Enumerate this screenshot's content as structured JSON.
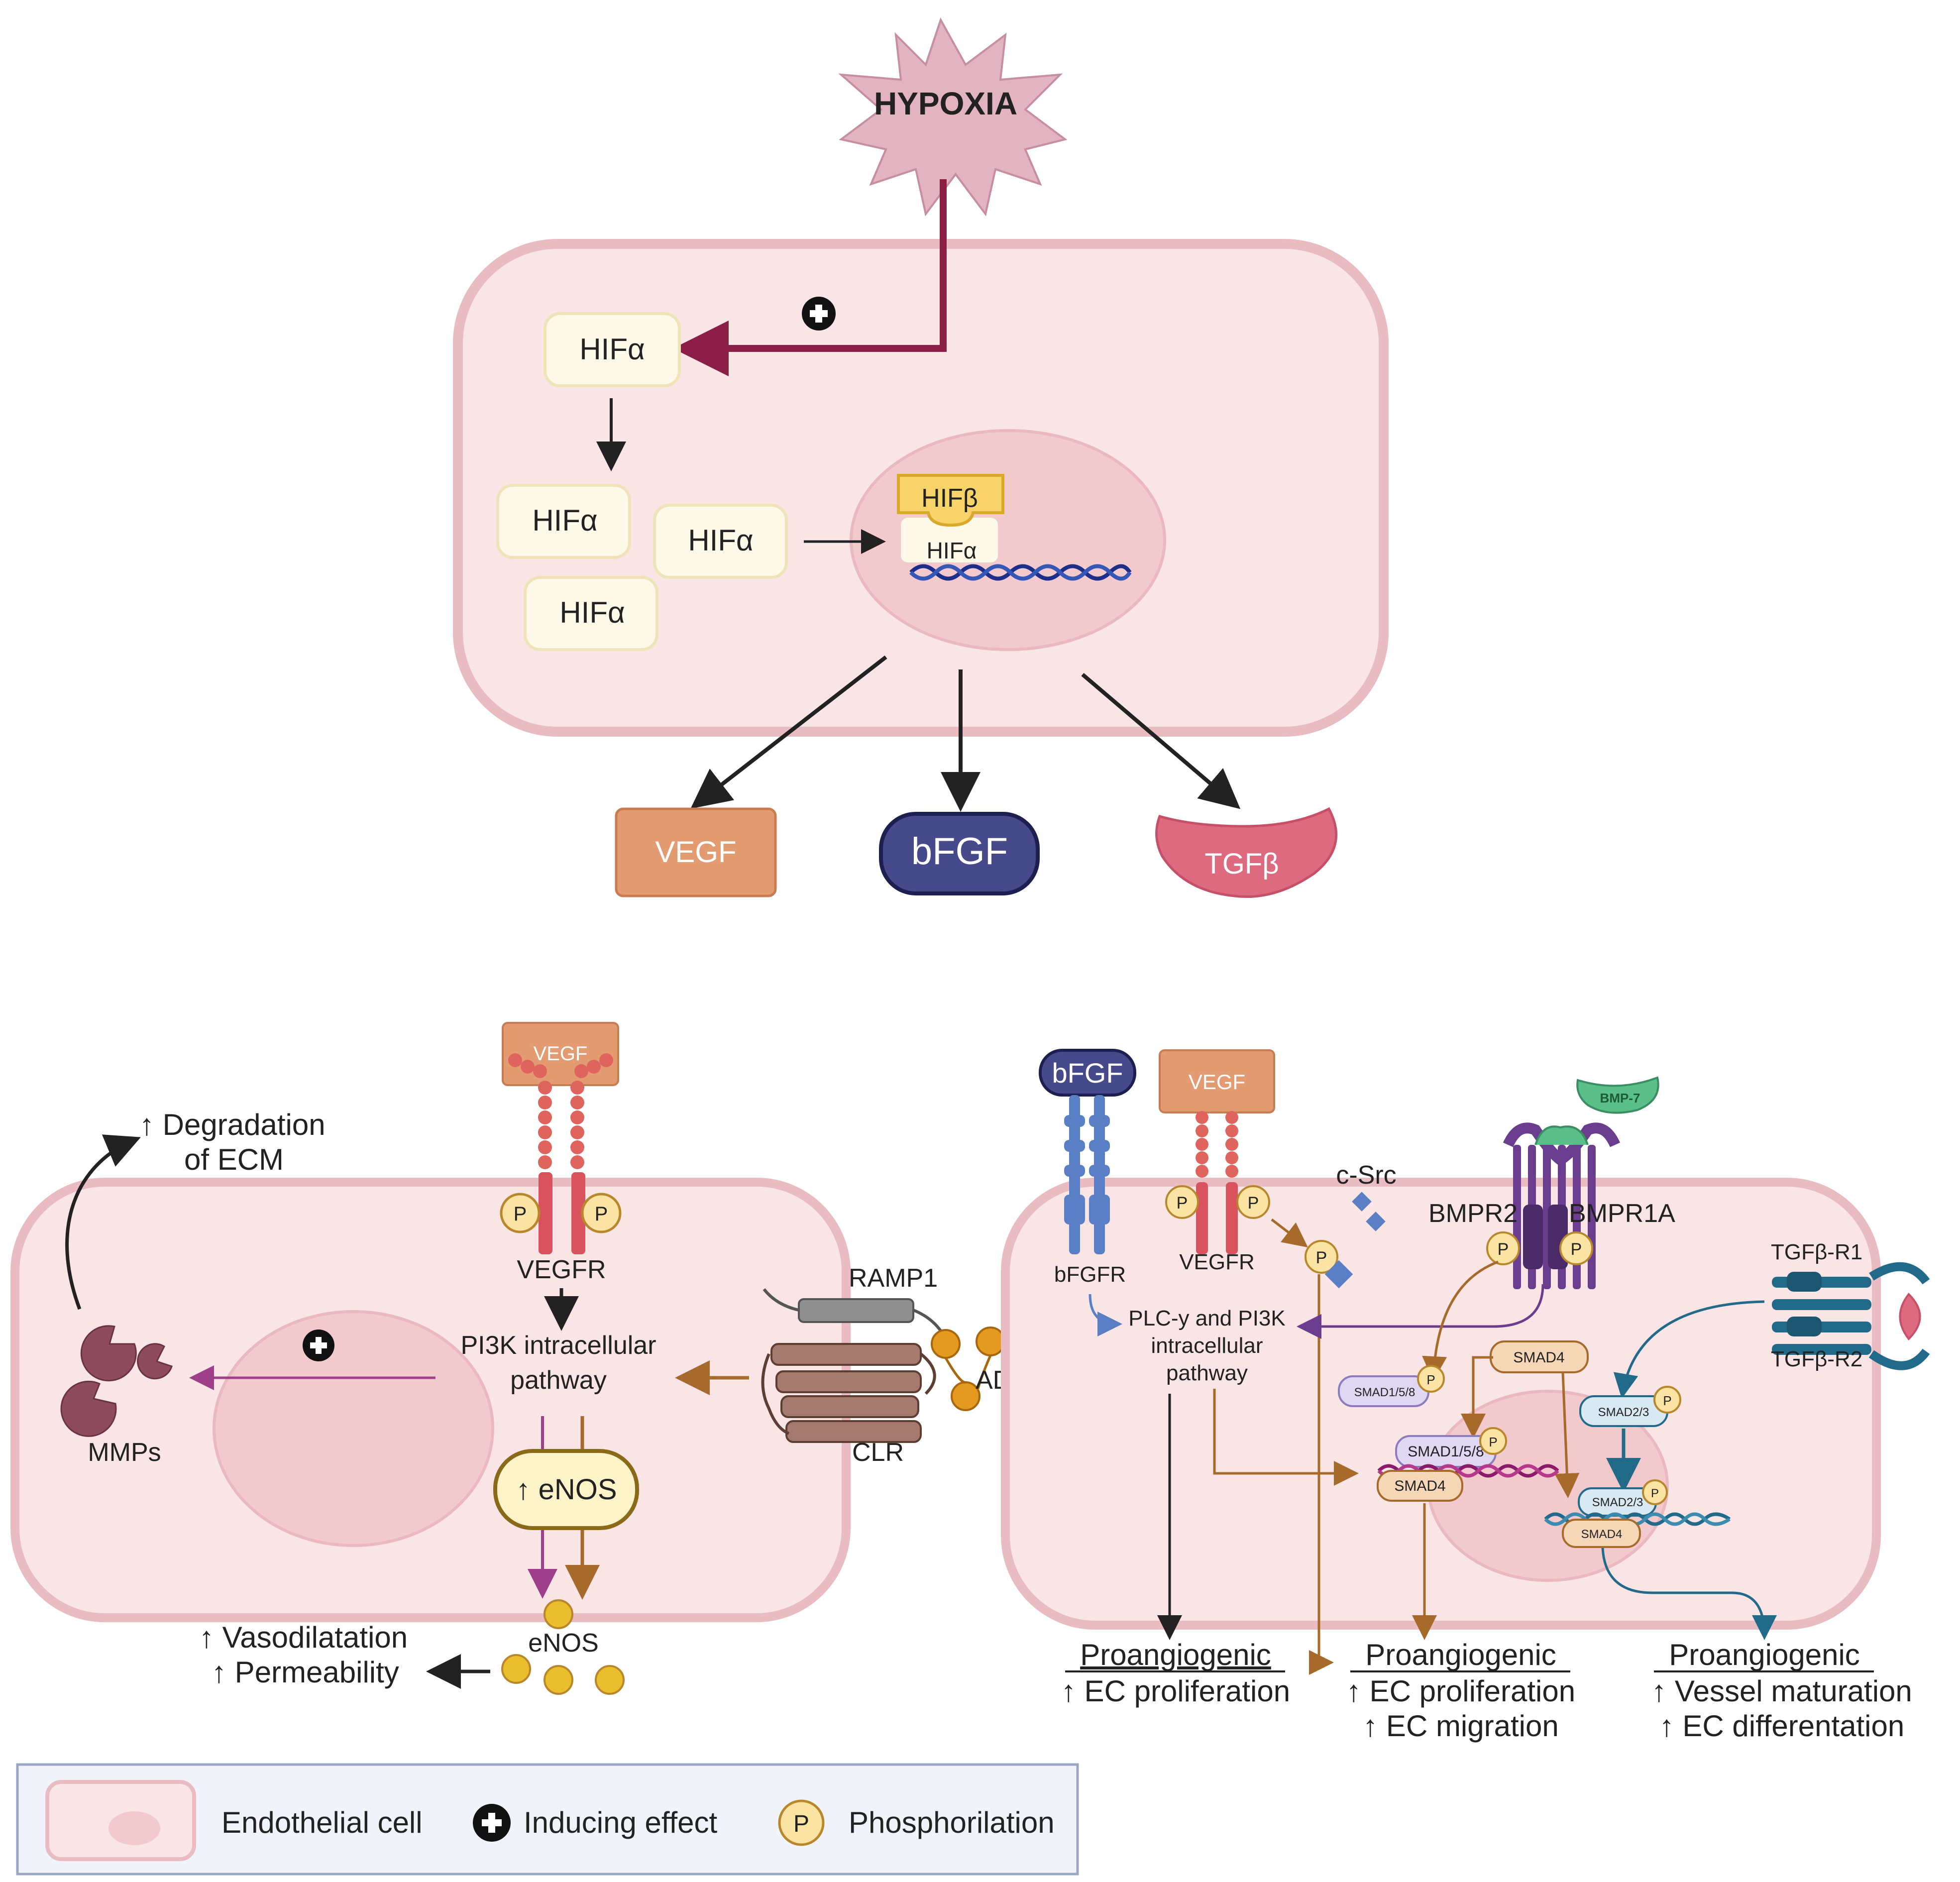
{
  "hypoxia": "HYPOXIA",
  "hif_alpha": "HIFα",
  "hif_beta": "HIFβ",
  "products": {
    "vegf": "VEGF",
    "bfgf": "bFGF",
    "tgfb": "TGFβ"
  },
  "left_cell": {
    "vegf": "VEGF",
    "vegfr": "VEGFR",
    "p": "P",
    "pi3k": [
      "PI3K intracellular",
      "pathway"
    ],
    "enos_up": "↑ eNOS",
    "enos": "eNOS",
    "ramp1": "RAMP1",
    "adm": "ADM",
    "clr": "CLR",
    "mmps": "MMPs",
    "degradation": [
      "↑ Degradation",
      "of ECM"
    ],
    "effects": [
      "↑ Vasodilatation",
      "↑ Permeability"
    ]
  },
  "right_cell": {
    "bfgf": "bFGF",
    "vegf": "VEGF",
    "bfgfr": "bFGFR",
    "vegfr": "VEGFR",
    "csrc": "c-Src",
    "bmp7": "BMP-7",
    "bmpr2": "BMPR2",
    "bmpr1a": "BMPR1A",
    "tgfbr1": "TGFβ-R1",
    "tgfbr2": "TGFβ-R2",
    "plc": [
      "PLC-y and PI3K",
      "intracellular",
      "pathway"
    ],
    "smad4": "SMAD4",
    "smad158": "SMAD1/5/8",
    "smad23": "SMAD2/3",
    "outcomes": [
      {
        "title": "Proangiogenic",
        "lines": [
          "↑ EC proliferation"
        ]
      },
      {
        "title": "Proangiogenic",
        "lines": [
          "↑ EC proliferation",
          "↑ EC migration"
        ]
      },
      {
        "title": "Proangiogenic",
        "lines": [
          "↑ Vessel maturation",
          "↑ EC differentation"
        ]
      }
    ]
  },
  "legend": {
    "endothelial": "Endothelial cell",
    "inducing": "Inducing effect",
    "p": "P",
    "phospho": "Phosphorilation"
  },
  "colors": {
    "cell_fill": "#f9e4e6",
    "cell_stroke": "#e8bcc1",
    "nucleus": "#f2c9cd",
    "hypoxia_arrow": "#8b1f45",
    "vegf": "#e39b72",
    "bfgf": "#474a8a",
    "tgfb": "#de6a80",
    "receptor_red": "#d9535e",
    "bfgfr_blue": "#5a7fc4",
    "bmpr_purple": "#6a3d8f",
    "tgfbr_teal": "#226a8a",
    "brown_arrow": "#a66a2a",
    "magenta_arrow": "#9e3f8a",
    "enos_gold": "#e9bd2c",
    "mmp": "#8e4a5e"
  }
}
